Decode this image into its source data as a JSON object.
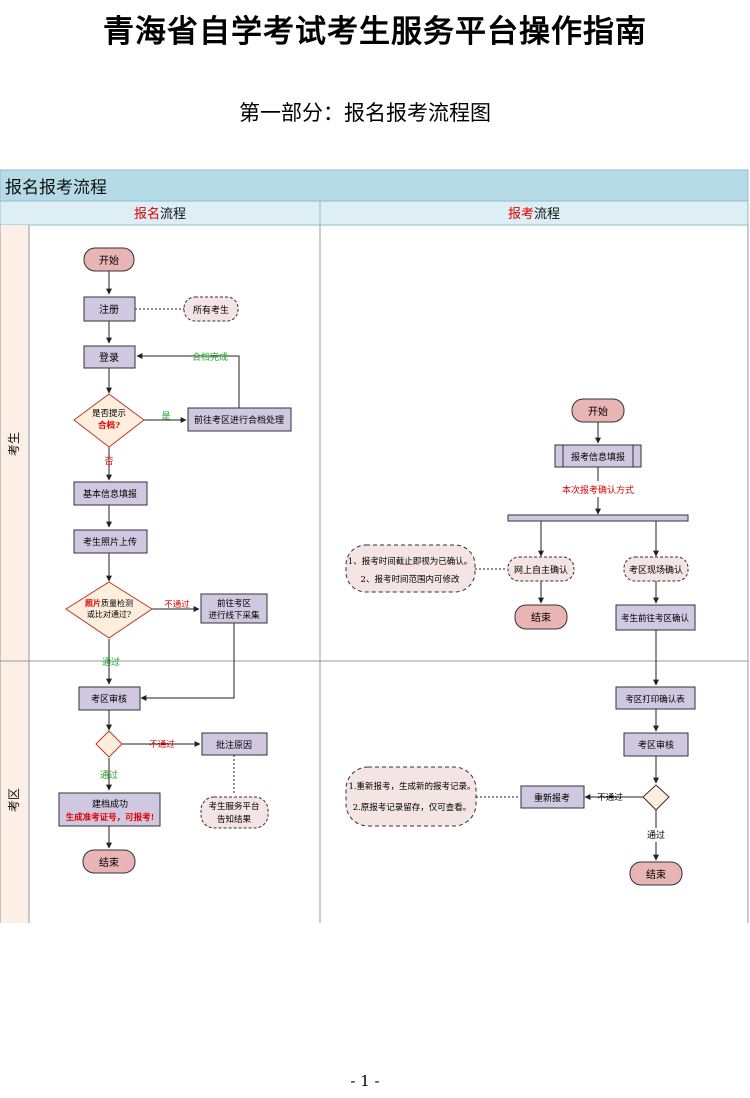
{
  "doc": {
    "title": "青海省自学考试考生服务平台操作指南",
    "subtitle": "第一部分：报名报考流程图",
    "page_number": "- 1 -"
  },
  "chart": {
    "banner": "报名报考流程",
    "col_left_title_red": "报名",
    "col_left_title_rest": "流程",
    "col_right_title_red": "报考",
    "col_right_title_rest": "流程",
    "lane_student": "考生",
    "lane_district": "考区"
  },
  "left": {
    "start": "开始",
    "register": "注册",
    "all_students": "所有考生",
    "login": "登录",
    "merge_done": "合档完成",
    "prompt_merge_1": "是否提示",
    "prompt_merge_2": "合档?",
    "yes": "是",
    "go_district_merge": "前往考区进行合档处理",
    "no": "否",
    "basic_info": "基本信息填报",
    "photo_upload": "考生照片上传",
    "photo_check_red": "照片",
    "photo_check_rest": "质量检测",
    "photo_check_2": "或比对通过?",
    "not_pass": "不通过",
    "go_offline_1": "前往考区",
    "go_offline_2": "进行线下采集",
    "pass": "通过",
    "district_review": "考区审核",
    "not_pass_2": "不通过",
    "reject_reason": "批注原因",
    "pass_2": "通过",
    "success_1": "建档成功",
    "success_2": "生成准考证号，可报考!",
    "notify_1": "考生服务平台",
    "notify_2": "告知结果",
    "end": "结束"
  },
  "right": {
    "start": "开始",
    "fill_info": "报考信息填报",
    "confirm_method": "本次报考确认方式",
    "note1_1": "1、报考时间截止即视为已确认。",
    "note1_2": "2、报考时间范围内可修改",
    "online_confirm": "网上自主确认",
    "end1": "结束",
    "onsite_confirm": "考区现场确认",
    "go_district_confirm": "考生前往考区确认",
    "print_form": "考区打印确认表",
    "district_review": "考区审核",
    "note2_1": "1.重新报考，生成新的报考记录。",
    "note2_2": "2.原报考记录留存，仅可查看。",
    "re_apply": "重新报考",
    "not_pass": "不通过",
    "pass": "通过",
    "end2": "结束"
  },
  "colors": {
    "banner": "#b5dbe6",
    "header": "#ddeef5",
    "process": "#cfc8e0",
    "terminator": "#e8b4b4",
    "note": "#f4e4e4",
    "decision": "#fdeede",
    "decision_border": "#c0392b",
    "red_text": "#e00000",
    "green_text": "#22a022"
  }
}
